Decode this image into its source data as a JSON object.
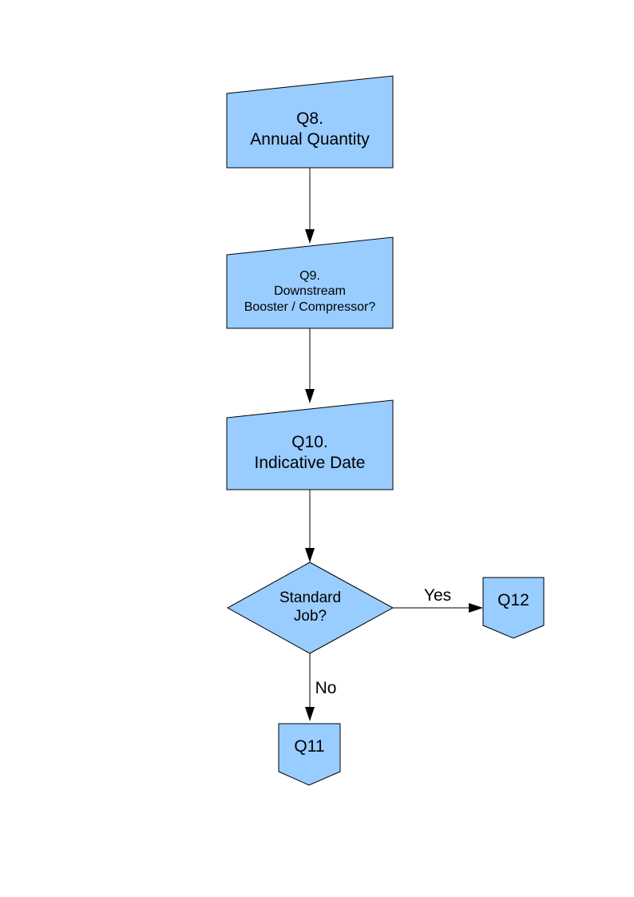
{
  "diagram": {
    "fill_color": "#99ccff",
    "line_color": "#000000",
    "nodes": {
      "q8": {
        "type": "manual-input",
        "line1": "Q8.",
        "line2": "Annual Quantity"
      },
      "q9": {
        "type": "manual-input",
        "line1": "Q9.",
        "line2": "Downstream",
        "line3": "Booster / Compressor?"
      },
      "q10": {
        "type": "manual-input",
        "line1": "Q10.",
        "line2": "Indicative Date"
      },
      "decision": {
        "type": "decision",
        "line1": "Standard",
        "line2": "Job?"
      },
      "q12": {
        "type": "off-page-connector",
        "label": "Q12"
      },
      "q11": {
        "type": "off-page-connector",
        "label": "Q11"
      }
    },
    "edges": {
      "yes_label": "Yes",
      "no_label": "No"
    }
  }
}
